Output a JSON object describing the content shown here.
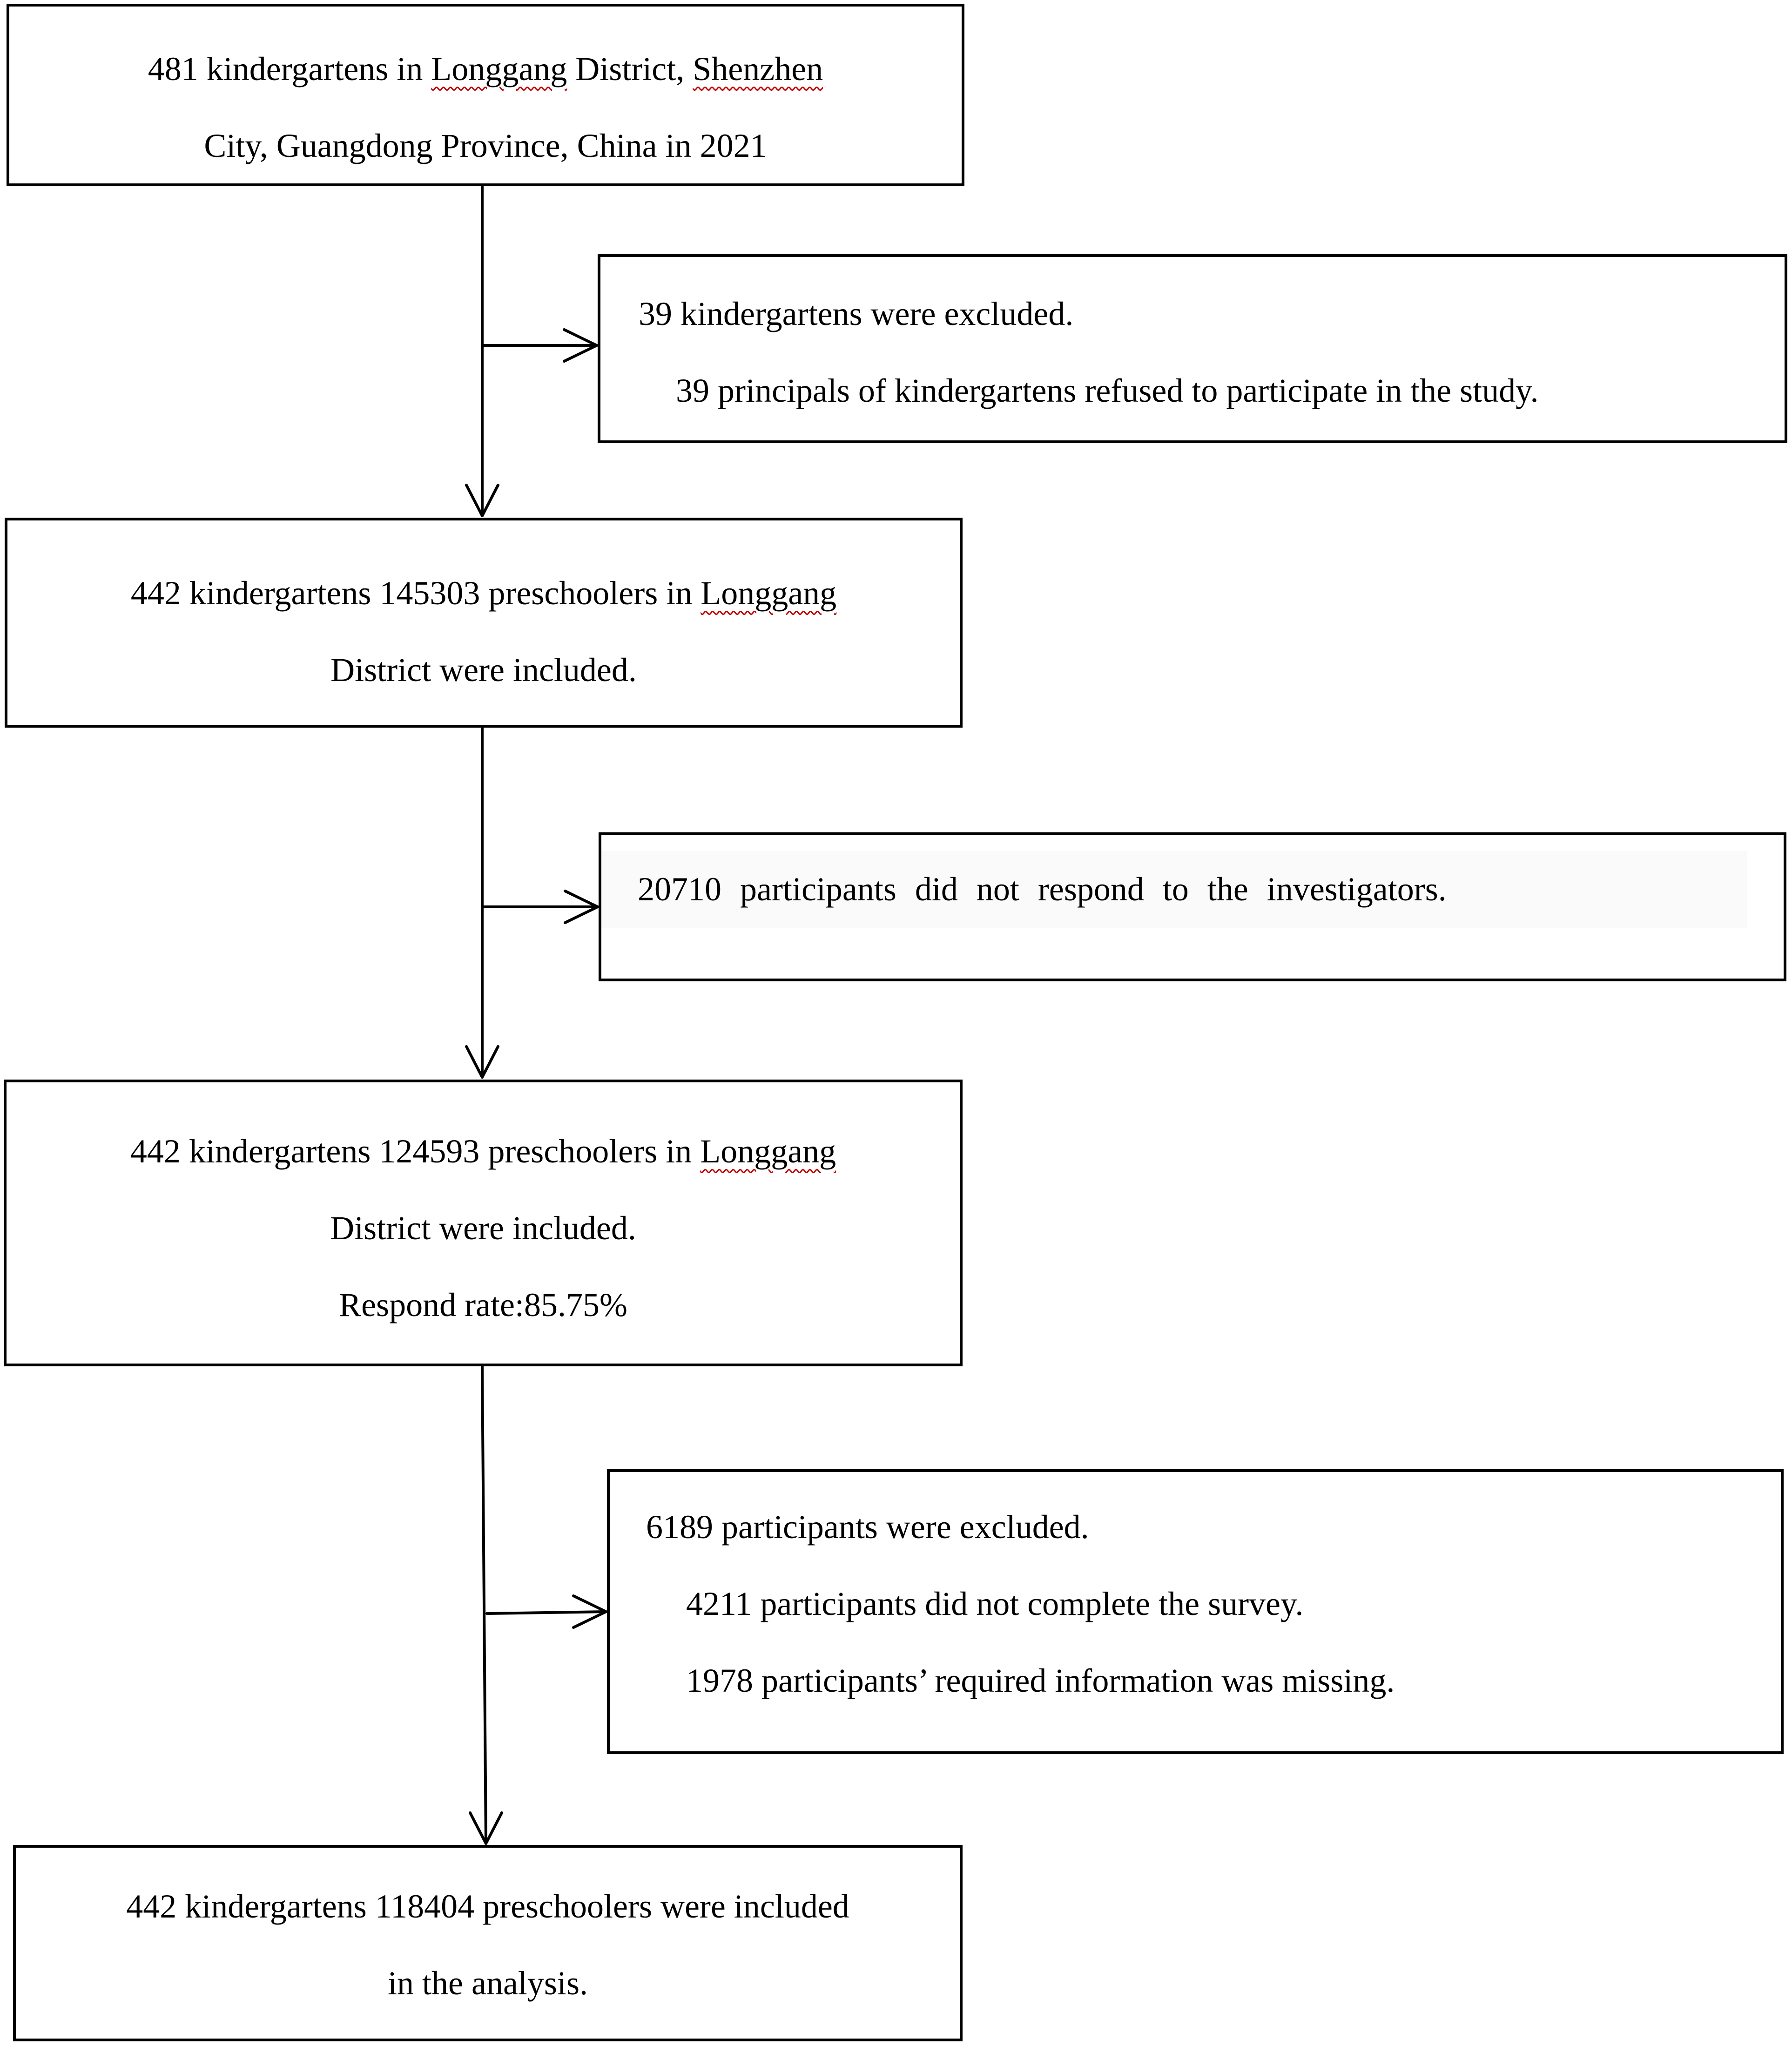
{
  "flowchart": {
    "box1": {
      "line1": {
        "before": "481 kindergartens in ",
        "wavy1": "Longgang",
        "middle": " District, ",
        "wavy2": "Shenzhen"
      },
      "line2": "City, Guangdong Province, China in 2021"
    },
    "excl1": {
      "line1": "39 kindergartens were excluded.",
      "line2": "39 principals of kindergartens refused to participate in the study."
    },
    "box2": {
      "line1": {
        "before": "442 kindergartens 145303 preschoolers in ",
        "wavy": "Longgang"
      },
      "line2": "District were included."
    },
    "excl2": {
      "line1": "20710 participants did not respond to the investigators."
    },
    "box3": {
      "line1": {
        "before": "442 kindergartens 124593 preschoolers in ",
        "wavy": "Longgang"
      },
      "line2": "District were included.",
      "line3": "Respond rate:85.75%"
    },
    "excl3": {
      "line1": "6189 participants were excluded.",
      "line2": "4211 participants did not complete the survey.",
      "line3": "1978 participants’ required information was missing."
    },
    "box4": {
      "line1": "442 kindergartens 118404 preschoolers were included",
      "line2": "in the analysis."
    }
  }
}
